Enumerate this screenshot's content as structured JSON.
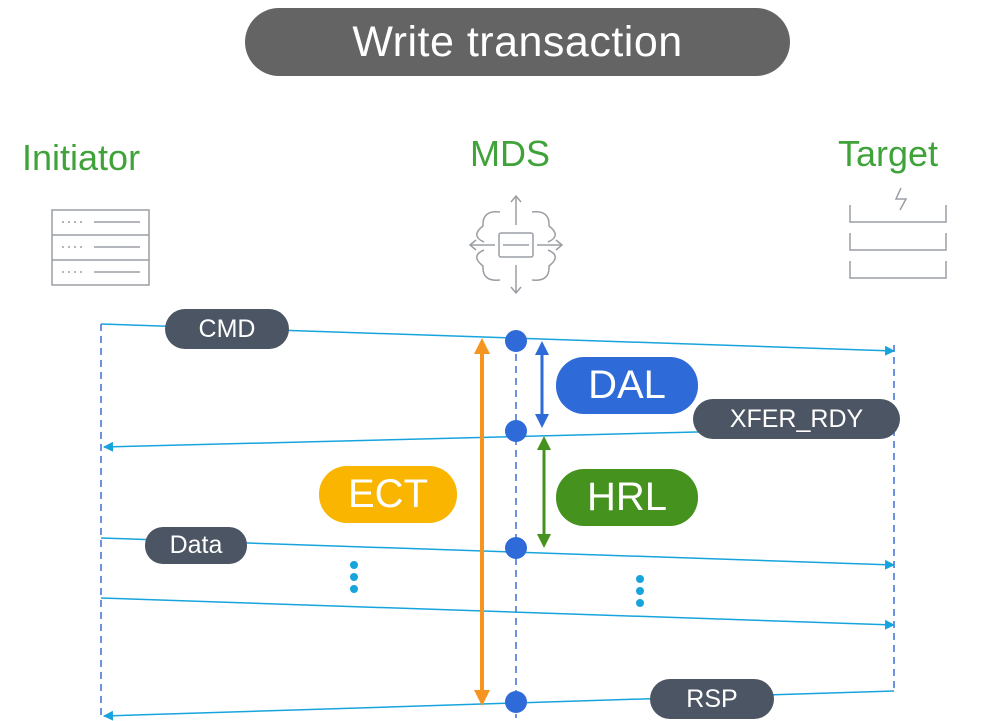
{
  "title": "Write transaction",
  "parties": {
    "initiator": {
      "label": "Initiator",
      "icon": "server-rack-icon"
    },
    "mds": {
      "label": "MDS",
      "icon": "switch-arrows-icon"
    },
    "target": {
      "label": "Target",
      "icon": "storage-array-icon"
    }
  },
  "messages": {
    "cmd": "CMD",
    "xfer_rdy": "XFER_RDY",
    "data": "Data",
    "rsp": "RSP"
  },
  "metrics": {
    "dal": {
      "label": "DAL",
      "color": "#2e6ad8"
    },
    "hrl": {
      "label": "HRL",
      "color": "#46921e"
    },
    "ect": {
      "label": "ECT",
      "color": "#f9b500"
    }
  },
  "colors": {
    "lifeline": "#3b6fd6",
    "message_line": "#17a4dc",
    "ect_arrow": "#f5941e",
    "dal_arrow": "#2e6ad8",
    "hrl_arrow": "#46921e",
    "icon_stroke": "#9a9ea3"
  }
}
